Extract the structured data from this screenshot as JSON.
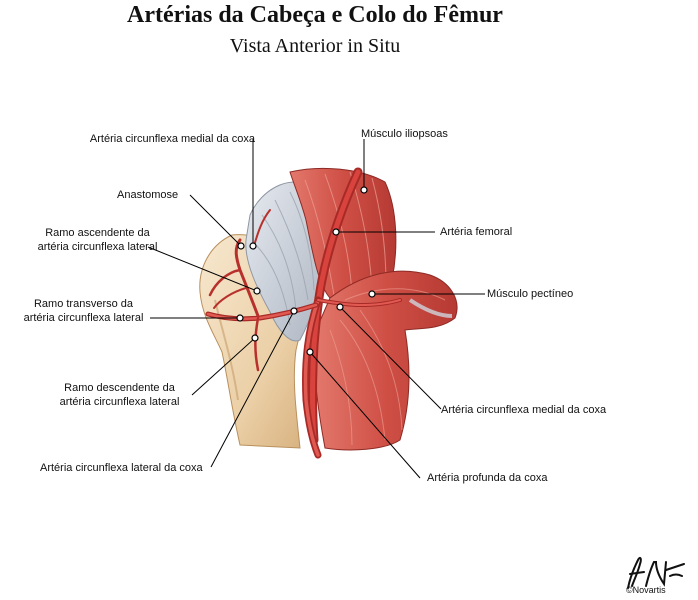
{
  "title": "Artérias da Cabeça e Colo do Fêmur",
  "subtitle": "Vista Anterior in Situ",
  "labels": {
    "medial_top": "Artéria circunflexa medial da coxa",
    "iliopsoas": "Músculo iliopsoas",
    "anastomose": "Anastomose",
    "ramo_asc_1": "Ramo ascendente da",
    "ramo_asc_2": "artéria circunflexa lateral",
    "femoral": "Artéria femoral",
    "ramo_trans_1": "Ramo transverso da",
    "ramo_trans_2": "artéria circunflexa lateral",
    "pectineo": "Músculo pectíneo",
    "ramo_desc_1": "Ramo descendente da",
    "ramo_desc_2": "artéria circunflexa lateral",
    "medial_bottom": "Artéria circunflexa medial da coxa",
    "lateral_bottom": "Artéria circunflexa lateral da coxa",
    "profunda": "Artéria profunda da coxa"
  },
  "signature": {
    "publisher": "©Novartis",
    "signature_text": "F. Netter"
  },
  "colors": {
    "bone": "#efd8b6",
    "bone_shadow": "#d9b889",
    "capsule": "#cfd5de",
    "muscle": "#d4554a",
    "muscle_dark": "#a8342e",
    "artery": "#c8332f",
    "artery_light": "#e26a63"
  }
}
